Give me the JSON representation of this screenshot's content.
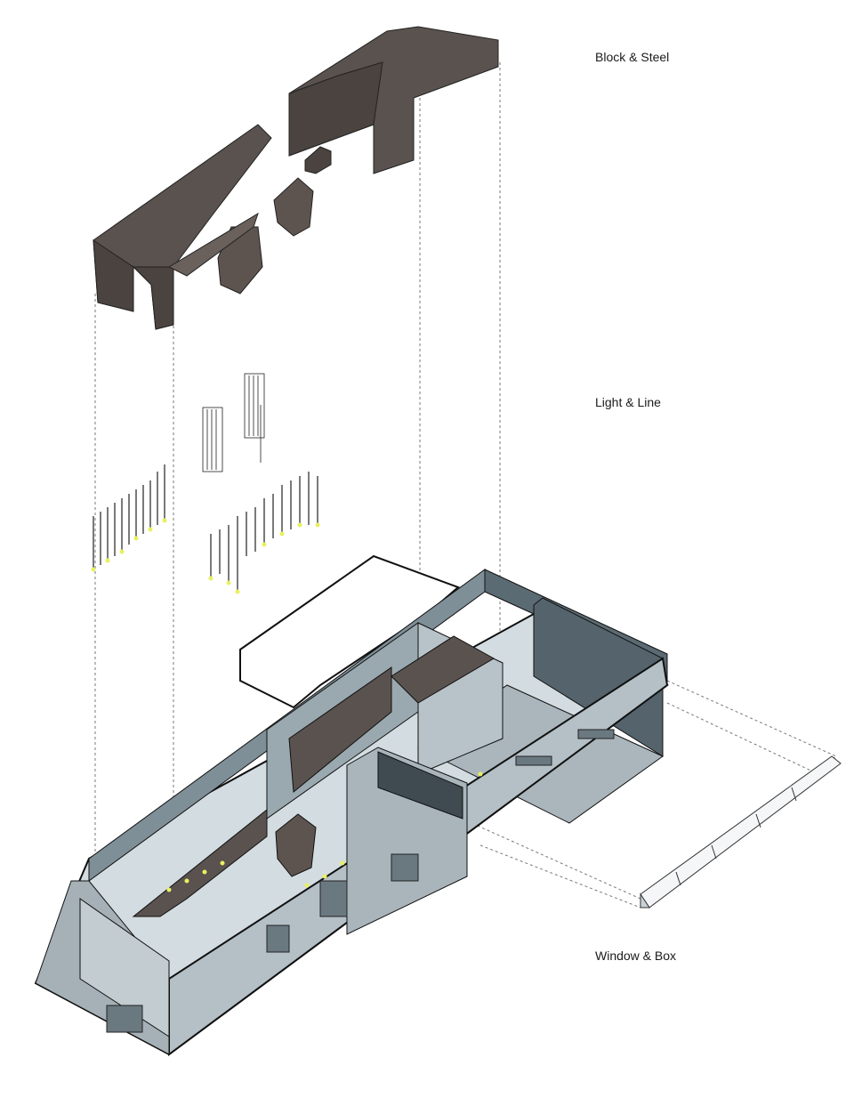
{
  "labels": {
    "block_steel": "Block & Steel",
    "light_line": "Light & Line",
    "window_box": "Window & Box"
  },
  "colors": {
    "block": "#5a524e",
    "block_dark": "#3d3734",
    "wall": "#b4c0c6",
    "wall_dark": "#55646c",
    "floor": "#d6dee2",
    "light_point": "#e8f060"
  }
}
